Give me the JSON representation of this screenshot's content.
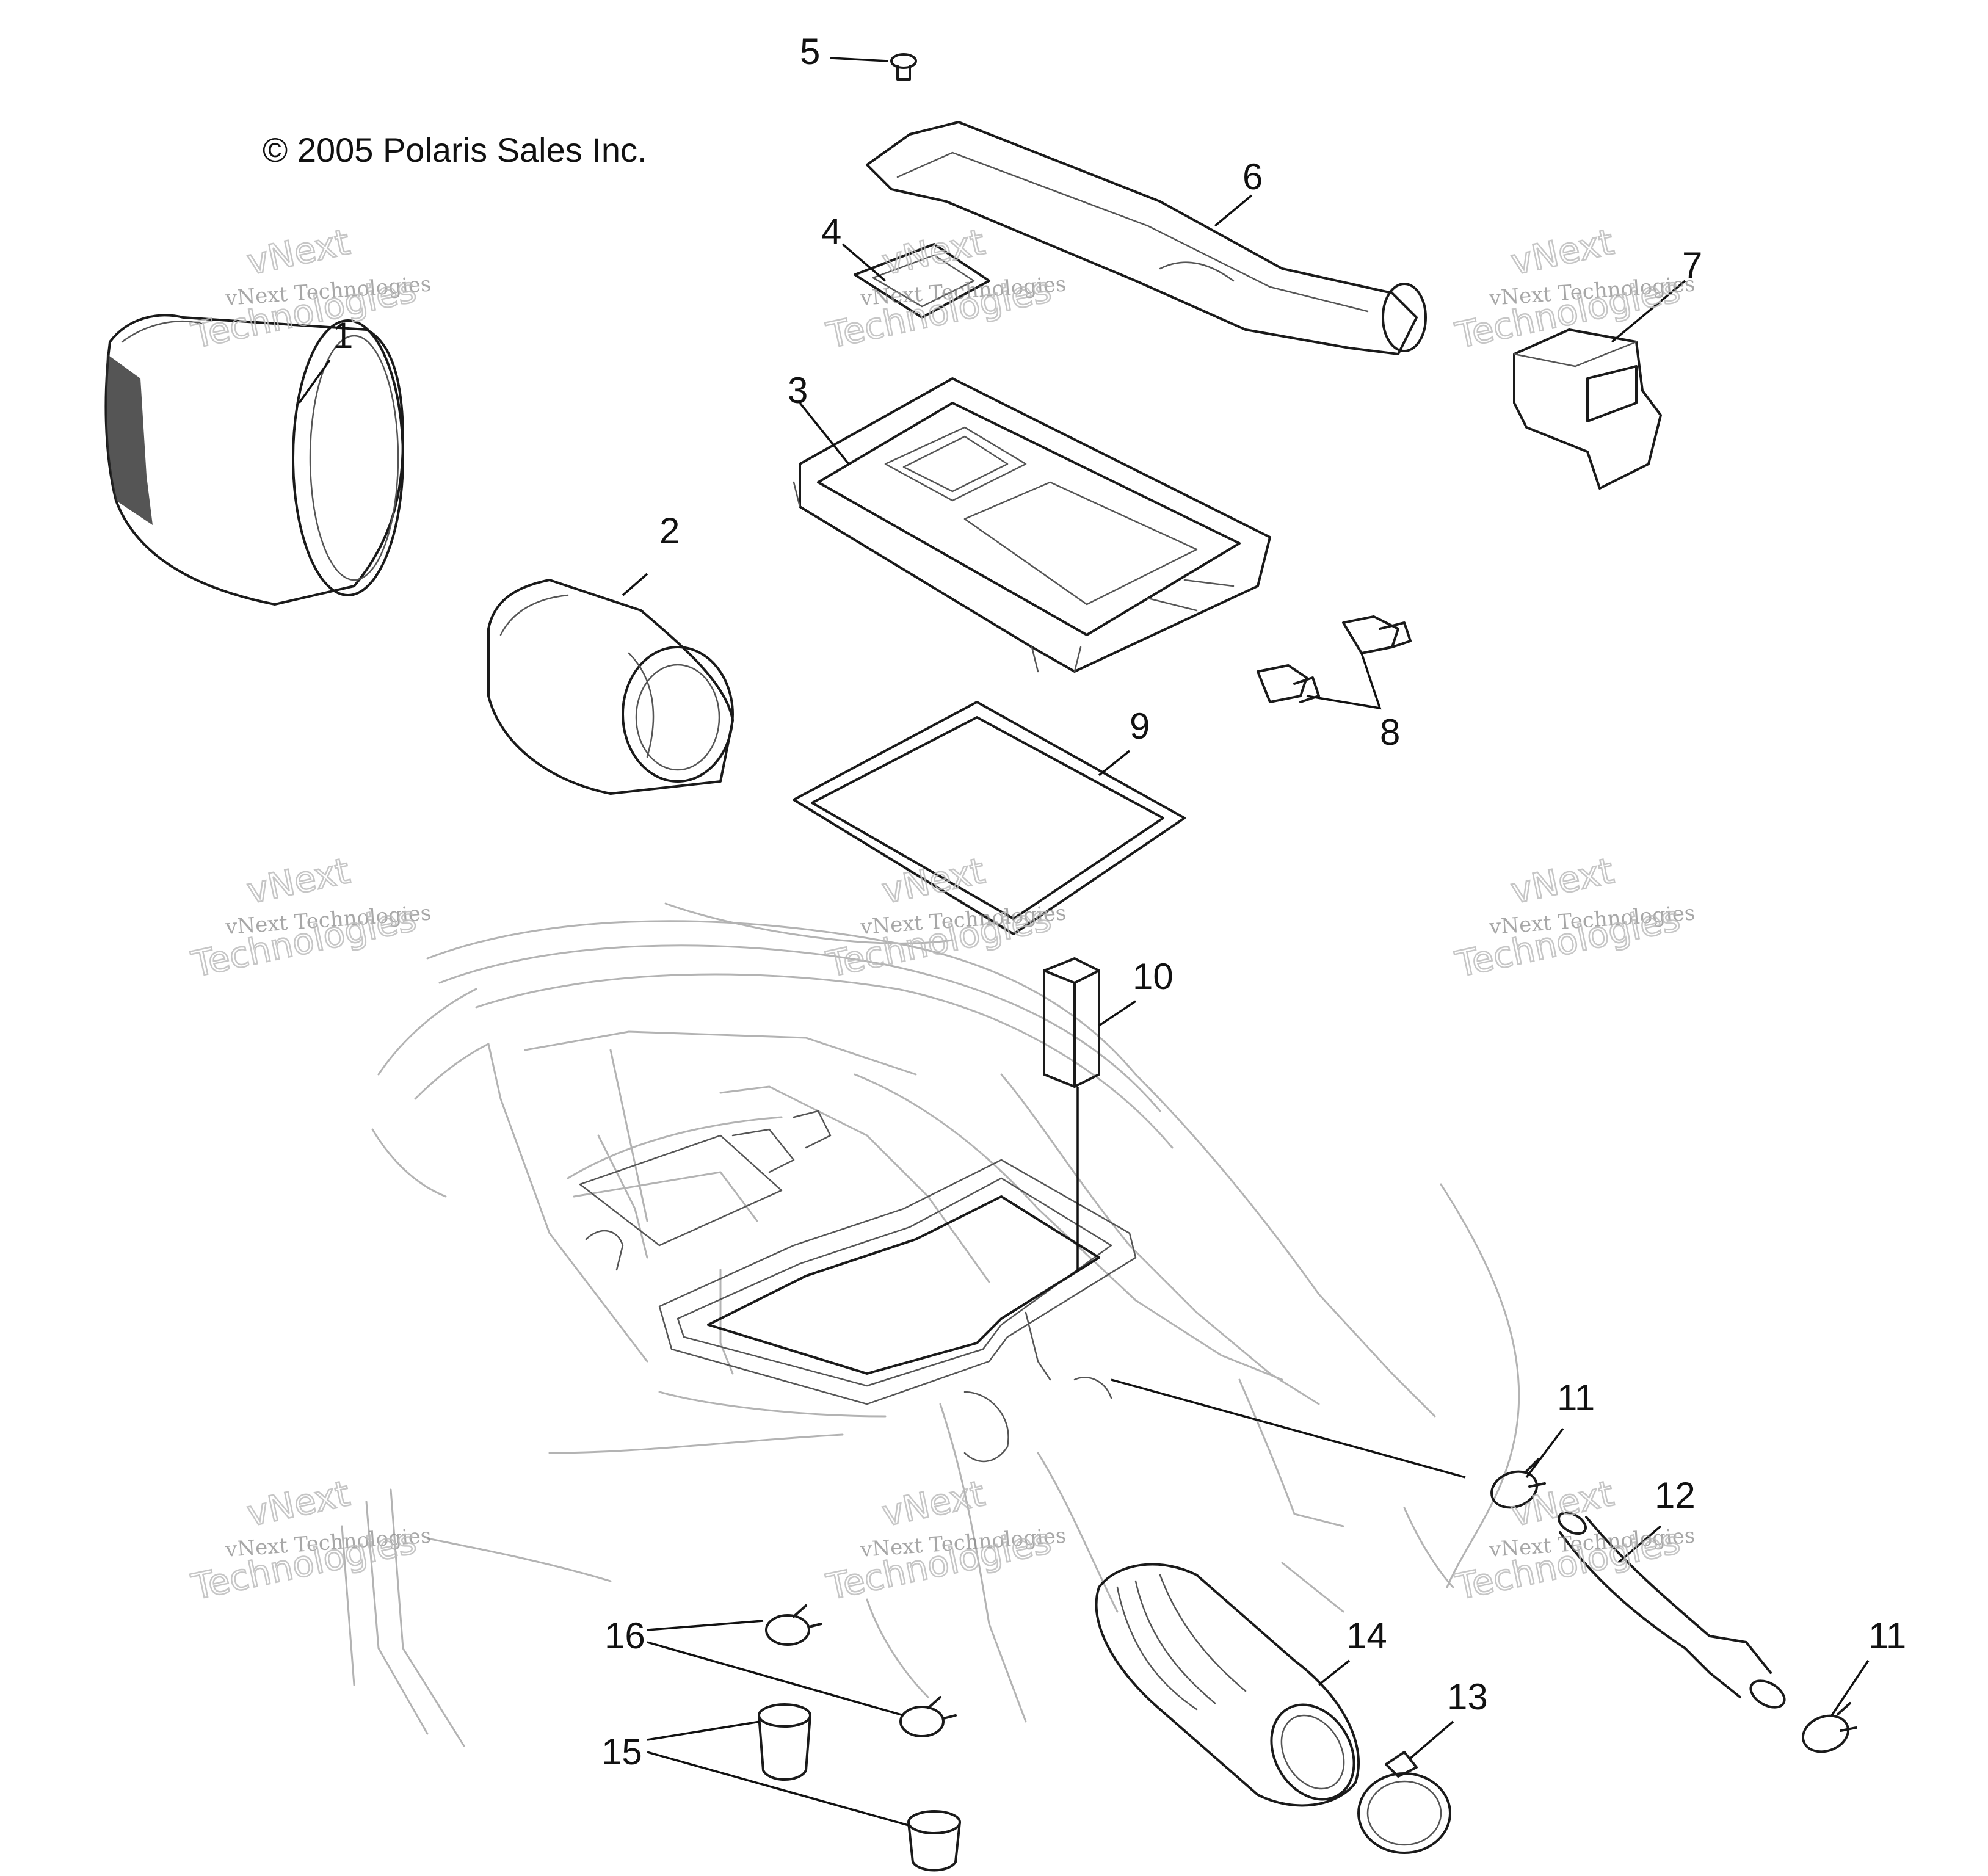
{
  "copyright": "© 2005 Polaris Sales Inc.",
  "watermark": {
    "line1": "vNext",
    "line2": "vNext Technologies",
    "line3": "Technologies"
  },
  "callouts": [
    "1",
    "2",
    "3",
    "4",
    "5",
    "6",
    "7",
    "8",
    "9",
    "10",
    "11",
    "12",
    "13",
    "14",
    "15",
    "16"
  ]
}
